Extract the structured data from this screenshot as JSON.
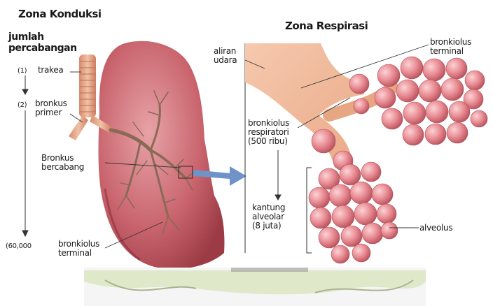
{
  "conduction": {
    "title": "Zona Konduksi",
    "branch_count_label": "jumlah\npercabangan",
    "markers": [
      "(1)",
      "(2)",
      "(60,000"
    ],
    "labels": {
      "trachea": "trakea",
      "primary_bronchus": "bronkus\nprimer",
      "branching_bronchus": "Bronkus\nbercabang",
      "terminal_bronchiole": "bronkiolus\nterminal"
    }
  },
  "respiration": {
    "title": "Zona Respirasi",
    "labels": {
      "airflow": "aliran\nudara",
      "terminal_bronchiole": "bronkiolus\nterminal",
      "respiratory_bronchiole": "bronkiolus\nrespiratori\n(500 ribu)",
      "alveolar_sac": "kantung\nalveolar\n(8 juta)",
      "alveolus": "alveolus"
    }
  },
  "colors": {
    "lung": "#c25a63",
    "lung_light": "#dc8a90",
    "airway": "#d9957a",
    "alveoli": "#e4878f",
    "arrow": "#6f93c9"
  }
}
